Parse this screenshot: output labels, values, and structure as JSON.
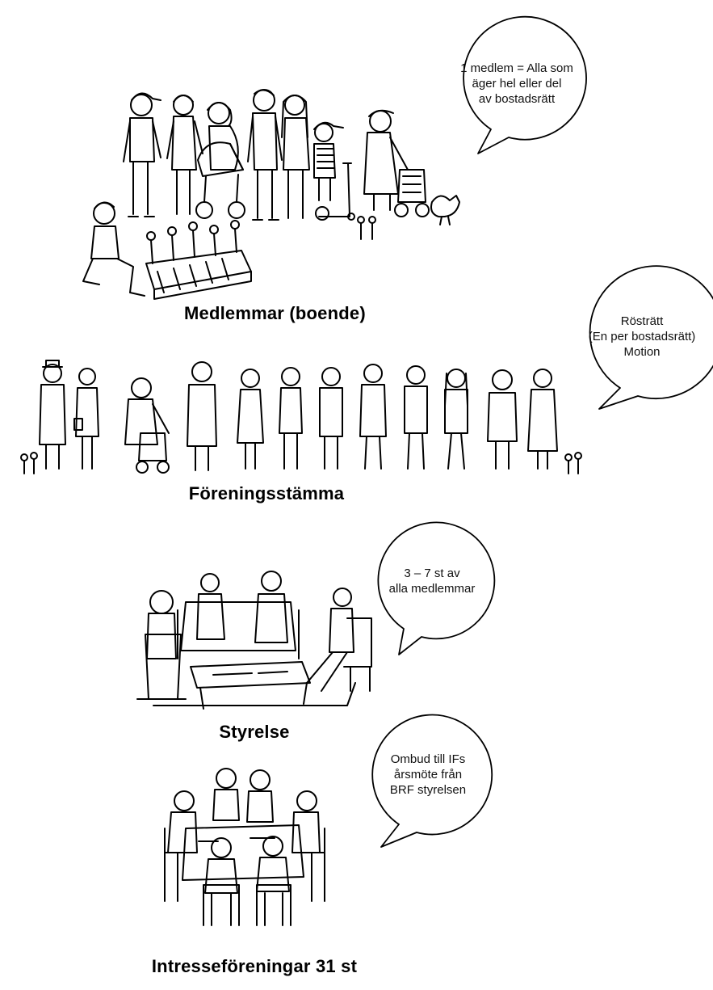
{
  "sections": [
    {
      "caption": "Medlemmar (boende)",
      "bubble": [
        "1 medlem = Alla som",
        "äger hel eller del",
        "av bostadsrätt"
      ]
    },
    {
      "caption": "Föreningsstämma",
      "bubble": [
        "Rösträtt",
        "(En per bostadsrätt)",
        "Motion"
      ]
    },
    {
      "caption": "Styrelse",
      "bubble": [
        "3 – 7 st av",
        "alla medlemmar"
      ]
    },
    {
      "caption": "Intresseföreningar 31 st",
      "bubble": [
        "Ombud till IFs",
        "årsmöte från",
        "BRF styrelsen"
      ]
    }
  ],
  "colors": {
    "ink": "#000000",
    "background": "#ffffff"
  }
}
